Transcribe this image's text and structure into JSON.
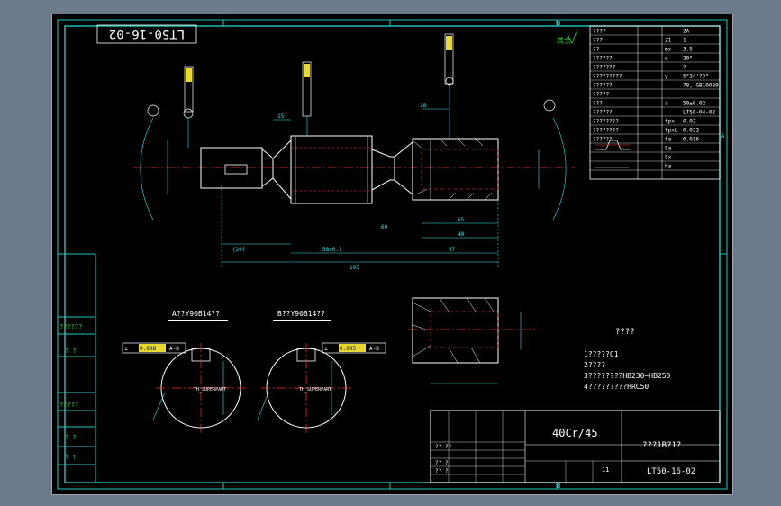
{
  "drawing": {
    "top_label": "LT50-16-02",
    "zone_b": "B",
    "zone_a": "A",
    "section_a_title": "A??Y90B14??",
    "section_b_title": "B??Y90B14??",
    "superpart_1": "TH_SUPERPART",
    "superpart_2": "TH_SUPERPART"
  },
  "gear_table": {
    "rows": [
      {
        "name": "????",
        "sym": "",
        "val": "ZA"
      },
      {
        "name": "???",
        "sym": "Z1",
        "val": "1"
      },
      {
        "name": "??",
        "sym": "mx",
        "val": "3.5"
      },
      {
        "name": "??????",
        "sym": "α",
        "val": "20°"
      },
      {
        "name": "???????",
        "sym": "",
        "val": "?"
      },
      {
        "name": "?????????",
        "sym": "γ",
        "val": "5°24'?3\""
      },
      {
        "name": "??????",
        "sym": "",
        "val": "?8, GB10089"
      },
      {
        "name": "?????",
        "sym": "",
        "val": ""
      },
      {
        "name": "???",
        "sym": "a",
        "val": "50±0.02"
      },
      {
        "name": "??????",
        "sym": "",
        "val": "LT50-04-02"
      },
      {
        "name": "????????",
        "sym": "fpx",
        "val": "0.02"
      },
      {
        "name": "????????",
        "sym": "fpxL",
        "val": "0.022"
      },
      {
        "name": "??????",
        "sym": "fa",
        "val": "0.016"
      },
      {
        "name": "",
        "sym": "Sa",
        "val": ""
      },
      {
        "name": "",
        "sym": "Sx",
        "val": ""
      },
      {
        "name": "",
        "sym": "ha",
        "val": ""
      }
    ]
  },
  "notes": {
    "title": "????",
    "lines": [
      "1?????C1",
      "2????",
      "3????????HB230~HB250",
      "4?????????HRC50"
    ]
  },
  "title_block": {
    "material": "40Cr/45",
    "name": "???1B?1?",
    "number": "LT50-16-02",
    "rows_label": [
      "?? ??",
      "?? ?",
      "?? ?"
    ],
    "sheet": "11"
  },
  "left_column": [
    "??????",
    "? ?",
    "?????",
    "? ?",
    "? ?"
  ],
  "dimensions": {
    "overall": "195",
    "dist_58": "58±0.1",
    "dist_57": "57",
    "dist_65": "65",
    "dist_40": "40",
    "dist_18": "18",
    "dist_15": "15",
    "dist_20": "(20)",
    "dim_60": "60"
  },
  "tolerance_frames": [
    {
      "sym": "⊥",
      "val": "0.008",
      "ref": "A~B"
    },
    {
      "sym": "⊥",
      "val": "0.005",
      "ref": "A~B"
    }
  ]
}
